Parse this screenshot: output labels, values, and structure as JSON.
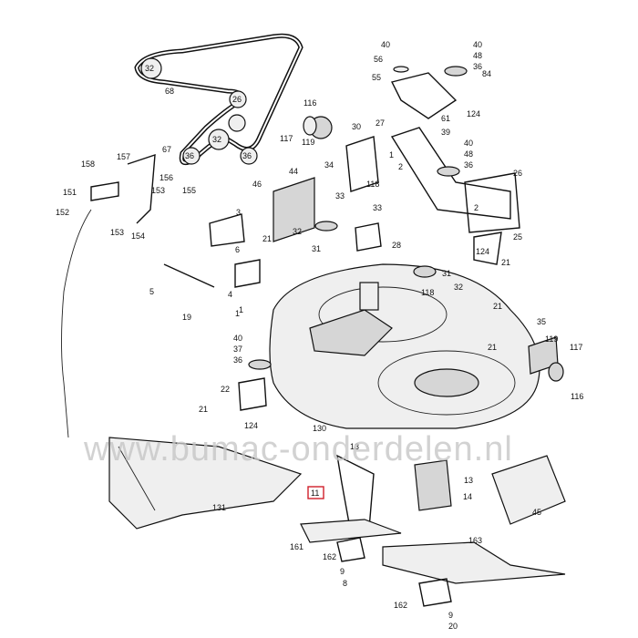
{
  "watermark": "www.bumac-onderdelen.nl",
  "highlight_color": "#d0202a",
  "highlighted_label": "11",
  "labels": [
    {
      "id": "l40a",
      "text": "40"
    },
    {
      "id": "l56",
      "text": "56"
    },
    {
      "id": "l55",
      "text": "55"
    },
    {
      "id": "l40b",
      "text": "40"
    },
    {
      "id": "l48",
      "text": "48"
    },
    {
      "id": "l36a",
      "text": "36"
    },
    {
      "id": "l84",
      "text": "84"
    },
    {
      "id": "l124a",
      "text": "124"
    },
    {
      "id": "l61",
      "text": "61"
    },
    {
      "id": "l30",
      "text": "30"
    },
    {
      "id": "l27",
      "text": "27"
    },
    {
      "id": "l39",
      "text": "39"
    },
    {
      "id": "l40c",
      "text": "40"
    },
    {
      "id": "l48b",
      "text": "48"
    },
    {
      "id": "l36b",
      "text": "36"
    },
    {
      "id": "l116a",
      "text": "116"
    },
    {
      "id": "l117a",
      "text": "117"
    },
    {
      "id": "l119a",
      "text": "119"
    },
    {
      "id": "l34",
      "text": "34"
    },
    {
      "id": "l118a",
      "text": "118"
    },
    {
      "id": "l1a",
      "text": "1"
    },
    {
      "id": "l2a",
      "text": "2"
    },
    {
      "id": "l26",
      "text": "26"
    },
    {
      "id": "l68",
      "text": "68"
    },
    {
      "id": "l157",
      "text": "157"
    },
    {
      "id": "l67",
      "text": "67"
    },
    {
      "id": "l158",
      "text": "158"
    },
    {
      "id": "l156",
      "text": "156"
    },
    {
      "id": "l153a",
      "text": "153"
    },
    {
      "id": "l155",
      "text": "155"
    },
    {
      "id": "l151",
      "text": "151"
    },
    {
      "id": "l152",
      "text": "152"
    },
    {
      "id": "l153b",
      "text": "153"
    },
    {
      "id": "l154",
      "text": "154"
    },
    {
      "id": "l44",
      "text": "44"
    },
    {
      "id": "l46",
      "text": "46"
    },
    {
      "id": "l33a",
      "text": "33"
    },
    {
      "id": "l33b",
      "text": "33"
    },
    {
      "id": "l3",
      "text": "3"
    },
    {
      "id": "l32a",
      "text": "32"
    },
    {
      "id": "l31a",
      "text": "31"
    },
    {
      "id": "l28",
      "text": "28"
    },
    {
      "id": "l21a",
      "text": "21"
    },
    {
      "id": "l6",
      "text": "6"
    },
    {
      "id": "l4",
      "text": "4"
    },
    {
      "id": "l5",
      "text": "5"
    },
    {
      "id": "l19",
      "text": "19"
    },
    {
      "id": "l2b",
      "text": "2"
    },
    {
      "id": "l124b",
      "text": "124"
    },
    {
      "id": "l25",
      "text": "25"
    },
    {
      "id": "l21b",
      "text": "21"
    },
    {
      "id": "l32b",
      "text": "32"
    },
    {
      "id": "l31b",
      "text": "31"
    },
    {
      "id": "l118b",
      "text": "118"
    },
    {
      "id": "l21c",
      "text": "21"
    },
    {
      "id": "l35",
      "text": "35"
    },
    {
      "id": "l21d",
      "text": "21"
    },
    {
      "id": "l119b",
      "text": "119"
    },
    {
      "id": "l117b",
      "text": "117"
    },
    {
      "id": "l116b",
      "text": "116"
    },
    {
      "id": "l1b",
      "text": "1"
    },
    {
      "id": "l40d",
      "text": "40"
    },
    {
      "id": "l37",
      "text": "37"
    },
    {
      "id": "l36c",
      "text": "36"
    },
    {
      "id": "l22",
      "text": "22"
    },
    {
      "id": "l21e",
      "text": "21"
    },
    {
      "id": "l124c",
      "text": "124"
    },
    {
      "id": "l130",
      "text": "130"
    },
    {
      "id": "l131",
      "text": "131"
    },
    {
      "id": "l11",
      "text": "11"
    },
    {
      "id": "l13",
      "text": "13"
    },
    {
      "id": "l14",
      "text": "14"
    },
    {
      "id": "l45",
      "text": "45"
    },
    {
      "id": "l161",
      "text": "161"
    },
    {
      "id": "l162a",
      "text": "162"
    },
    {
      "id": "l9",
      "text": "9"
    },
    {
      "id": "l8",
      "text": "8"
    },
    {
      "id": "l163",
      "text": "163"
    },
    {
      "id": "l162b",
      "text": "162"
    },
    {
      "id": "l20",
      "text": "20"
    },
    {
      "id": "l9b",
      "text": "9"
    },
    {
      "id": "l1c",
      "text": "1"
    },
    {
      "id": "l13b",
      "text": "13"
    }
  ],
  "pulley_labels": [
    {
      "id": "p32a",
      "text": "32"
    },
    {
      "id": "p26a",
      "text": "26"
    },
    {
      "id": "p36a",
      "text": "36"
    },
    {
      "id": "p32b",
      "text": "32"
    },
    {
      "id": "p36b",
      "text": "36"
    }
  ]
}
